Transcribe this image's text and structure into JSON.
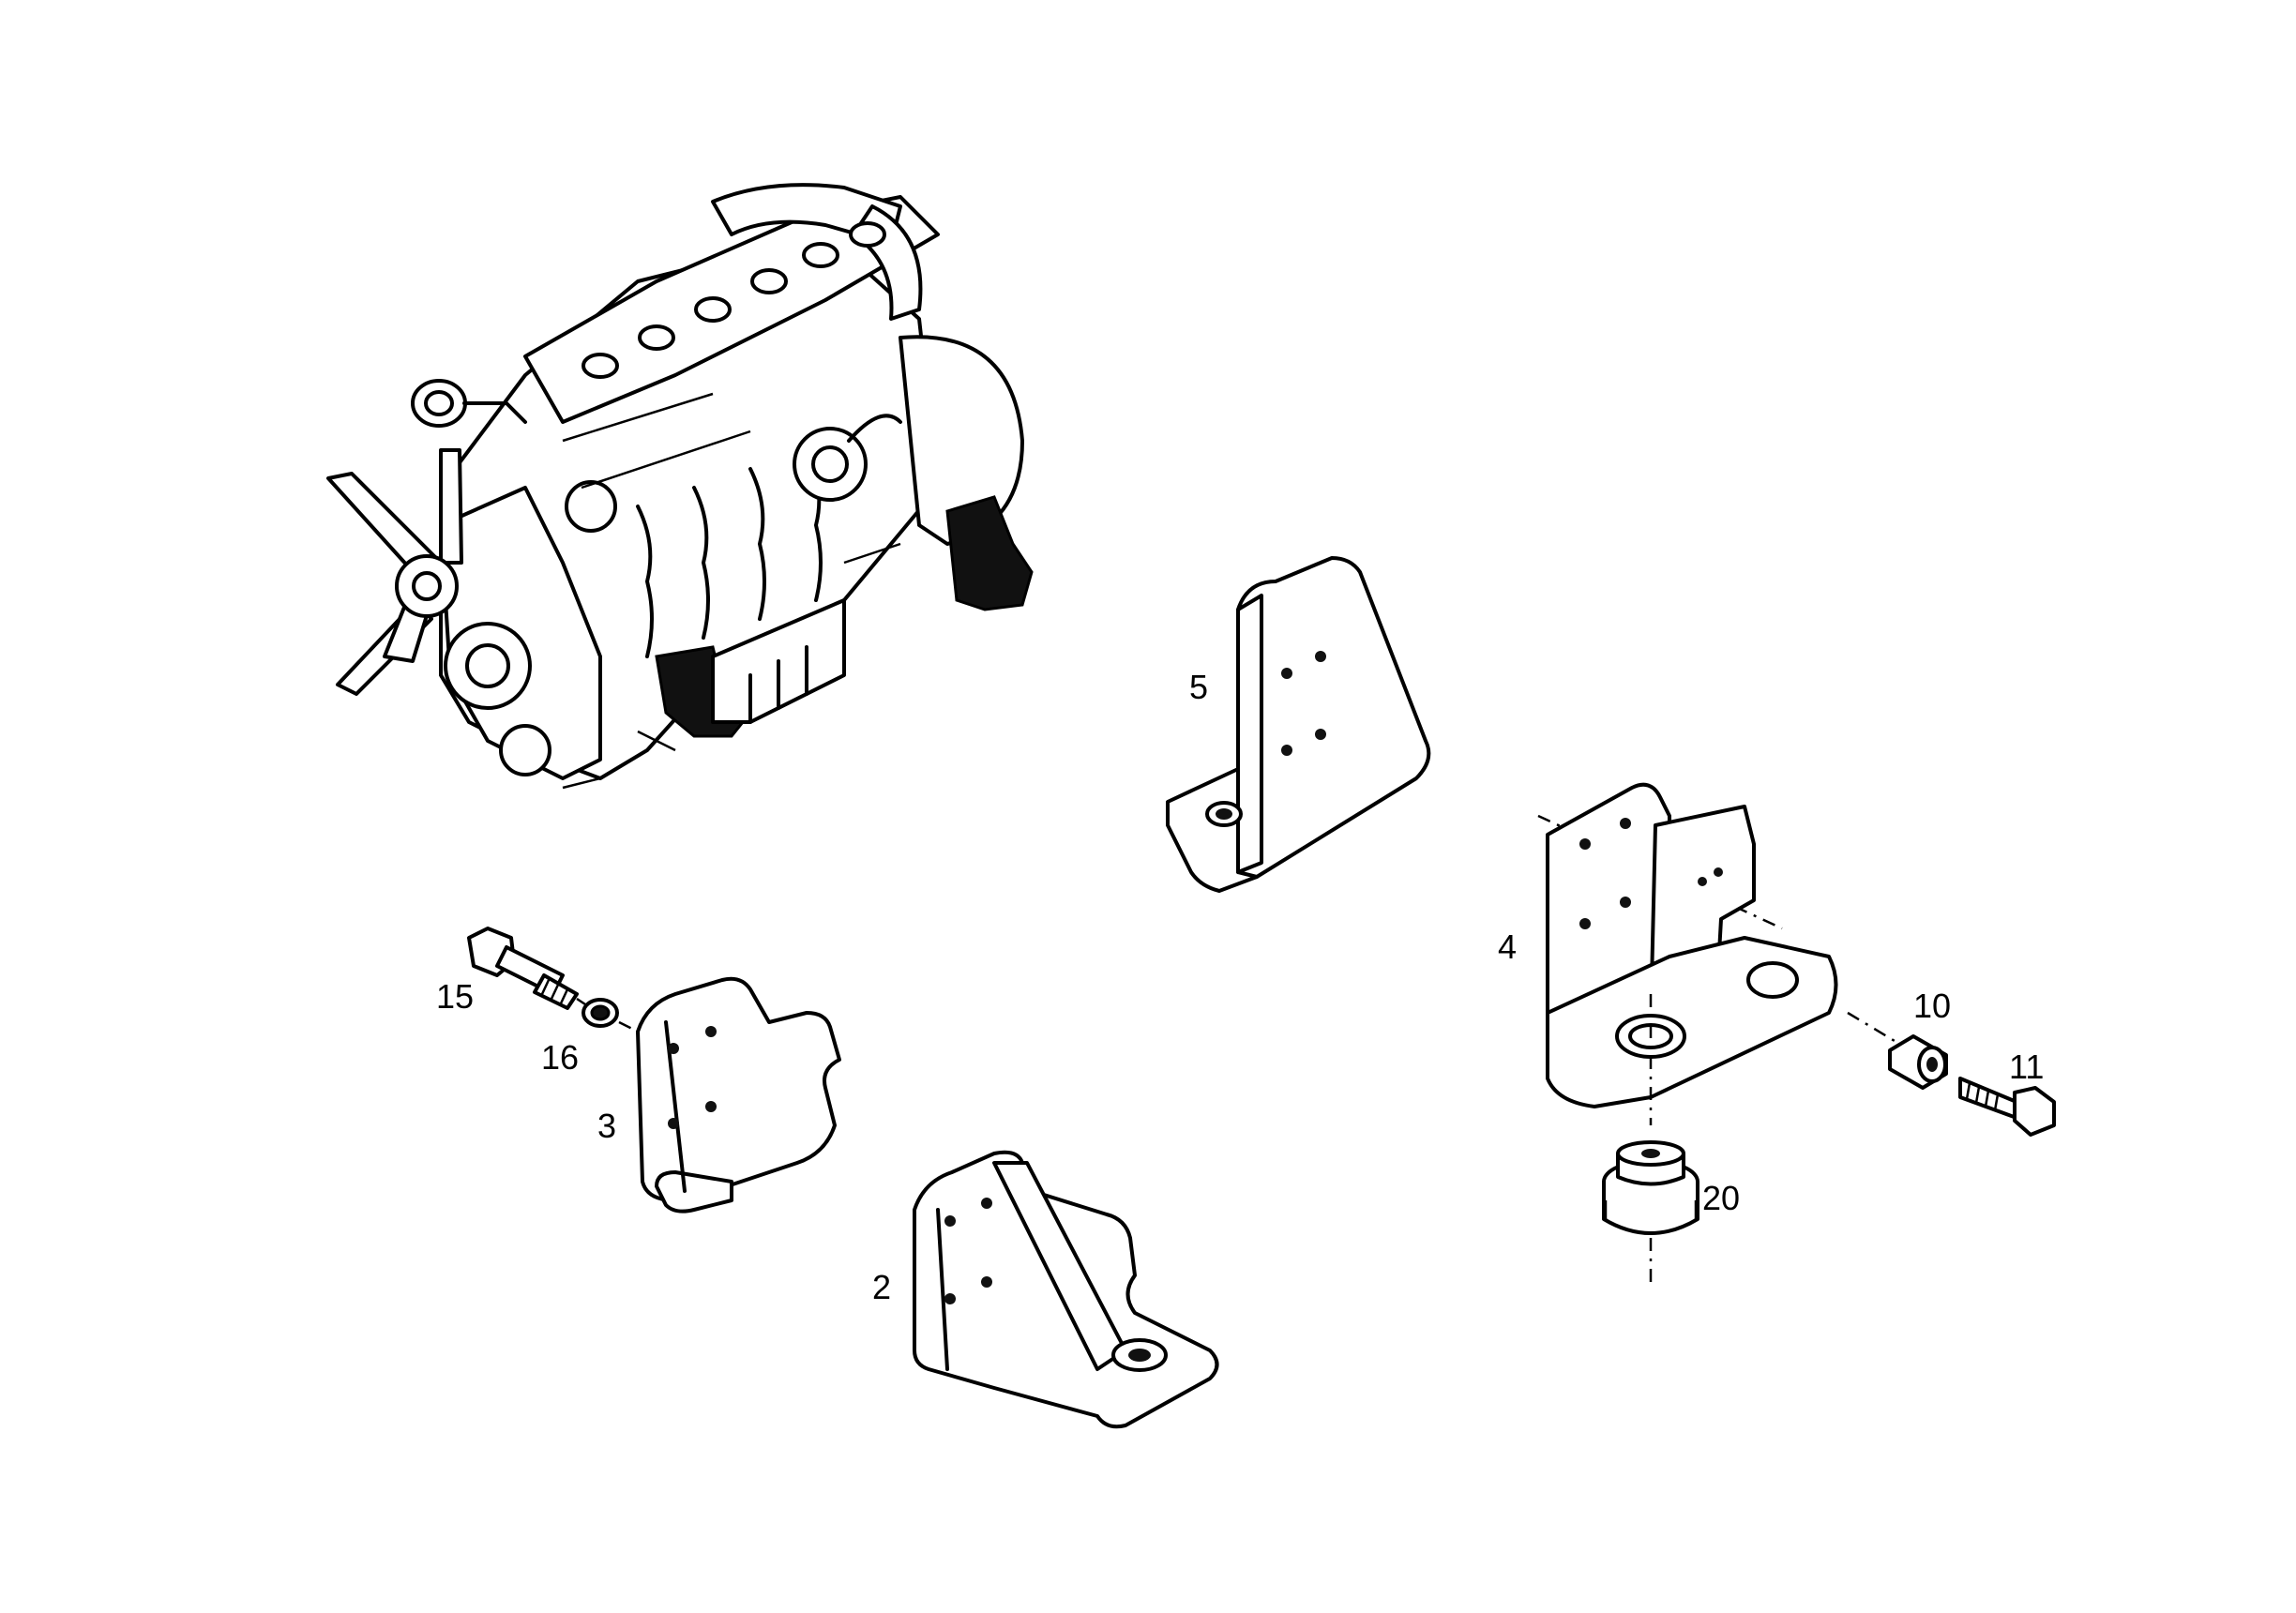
{
  "diagram": {
    "callouts": {
      "part_2": "2",
      "part_3": "3",
      "part_4": "4",
      "part_5": "5",
      "part_10": "10",
      "part_11": "11",
      "part_15": "15",
      "part_16": "16",
      "part_20": "20"
    }
  }
}
